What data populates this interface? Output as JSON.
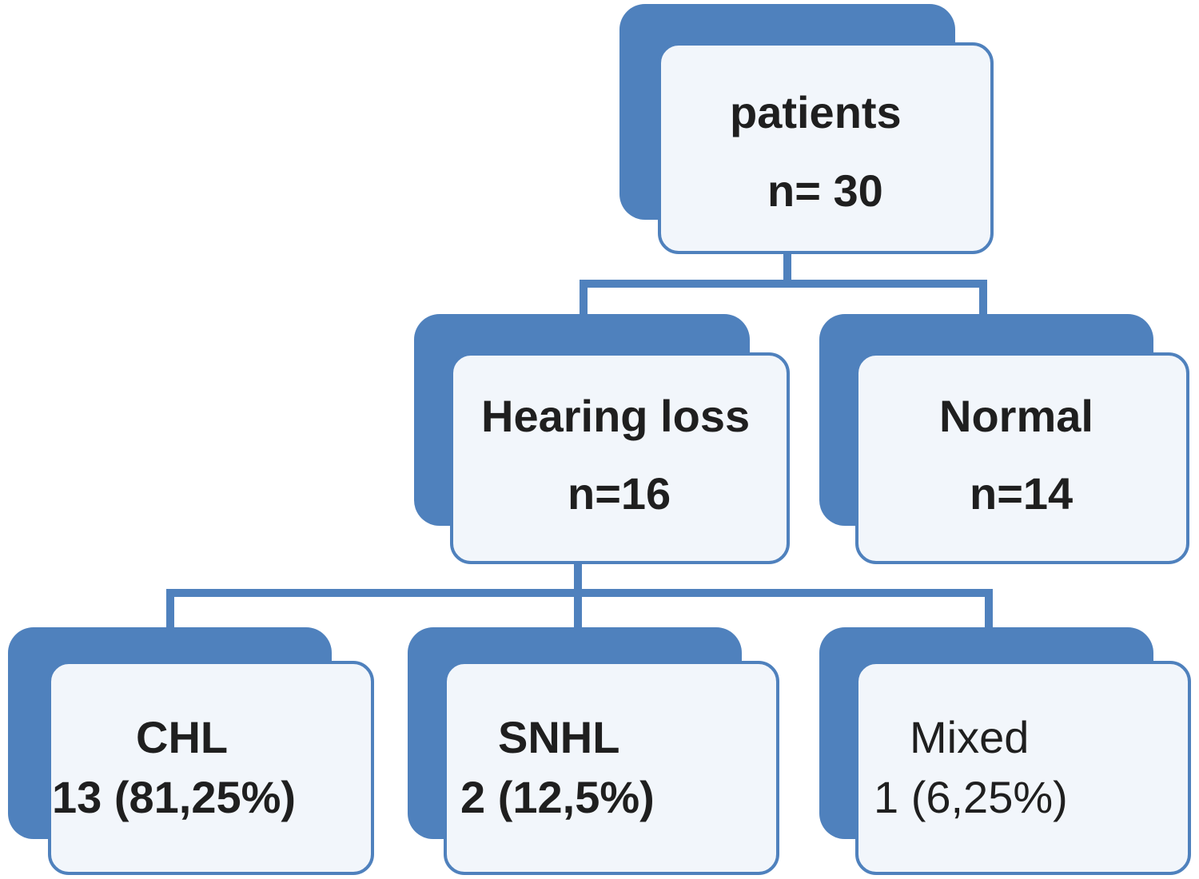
{
  "root": {
    "title": "patients",
    "count": "n= 30"
  },
  "level2": {
    "hearing_loss": {
      "title": "Hearing loss",
      "count": "n=16"
    },
    "normal": {
      "title": "Normal",
      "count": "n=14"
    }
  },
  "level3": {
    "chl": {
      "title": "CHL",
      "count": "13 (81,25%)"
    },
    "snhl": {
      "title": "SNHL",
      "count": "2 (12,5%)"
    },
    "mixed": {
      "title": "Mixed",
      "count": "1 (6,25%)"
    }
  },
  "colors": {
    "box_accent": "#4f81bd",
    "box_fill": "#f2f6fb",
    "text": "#1f1f1f"
  }
}
